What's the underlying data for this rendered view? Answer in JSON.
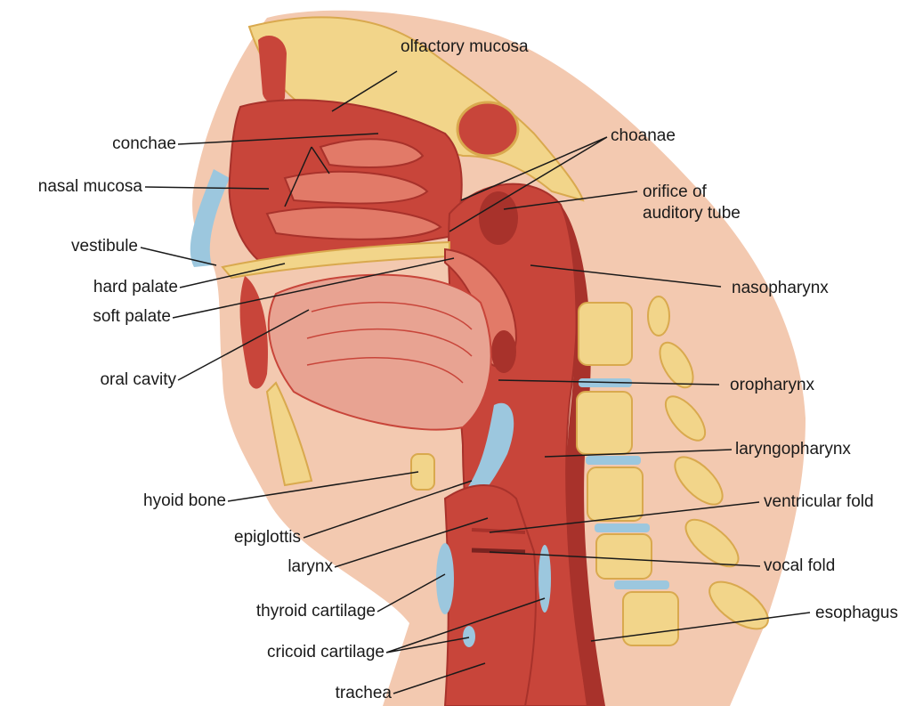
{
  "labels": {
    "olfactory_mucosa": "olfactory mucosa",
    "conchae": "conchae",
    "nasal_mucosa": "nasal mucosa",
    "vestibule": "vestibule",
    "hard_palate": "hard palate",
    "soft_palate": "soft palate",
    "oral_cavity": "oral cavity",
    "hyoid_bone": "hyoid bone",
    "epiglottis": "epiglottis",
    "larynx": "larynx",
    "thyroid_cartilage": "thyroid cartilage",
    "cricoid_cartilage": "cricoid cartilage",
    "trachea": "trachea",
    "choanae": "choanae",
    "orifice_line1": "orifice of",
    "orifice_line2": "auditory tube",
    "nasopharynx": "nasopharynx",
    "oropharynx": "oropharynx",
    "laryngopharynx": "laryngopharynx",
    "ventricular_fold": "ventricular fold",
    "vocal_fold": "vocal fold",
    "esophagus": "esophagus"
  },
  "colors": {
    "tissue_red": "#c8453a",
    "tissue_dark": "#a8322b",
    "tissue_light": "#e27a68",
    "skin": "#f3c9b0",
    "bone": "#f2d58a",
    "bone_edge": "#d9a94e",
    "cartilage_blue": "#9cc7de",
    "leader": "#1a1a1a"
  }
}
